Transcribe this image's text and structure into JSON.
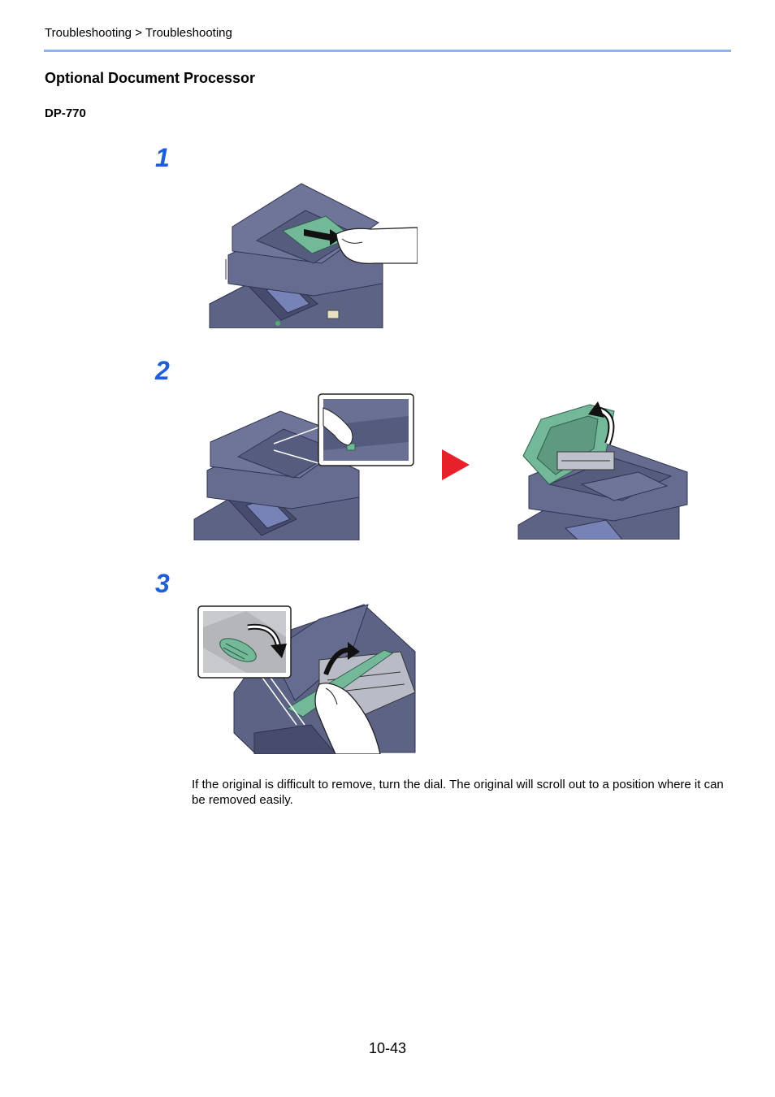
{
  "header": {
    "breadcrumb": "Troubleshooting > Troubleshooting"
  },
  "section": {
    "title": "Optional Document Processor",
    "model": "DP-770"
  },
  "steps": [
    {
      "number": "1",
      "illustration": "remove-paper-from-tray"
    },
    {
      "number": "2",
      "illustration": "open-top-cover"
    },
    {
      "number": "3",
      "illustration": "remove-jammed-paper-turn-dial"
    }
  ],
  "note": {
    "text": "If the original is difficult to remove, turn the dial. The original will scroll out to a position where it can be removed easily."
  },
  "footer": {
    "page_number": "10-43"
  },
  "colors": {
    "accent_rule": "#8fb3ec",
    "step_number": "#1f5fd6",
    "machine_body": "#5d6385",
    "paper_green": "#74b89a",
    "arrow_red": "#e8202a"
  }
}
